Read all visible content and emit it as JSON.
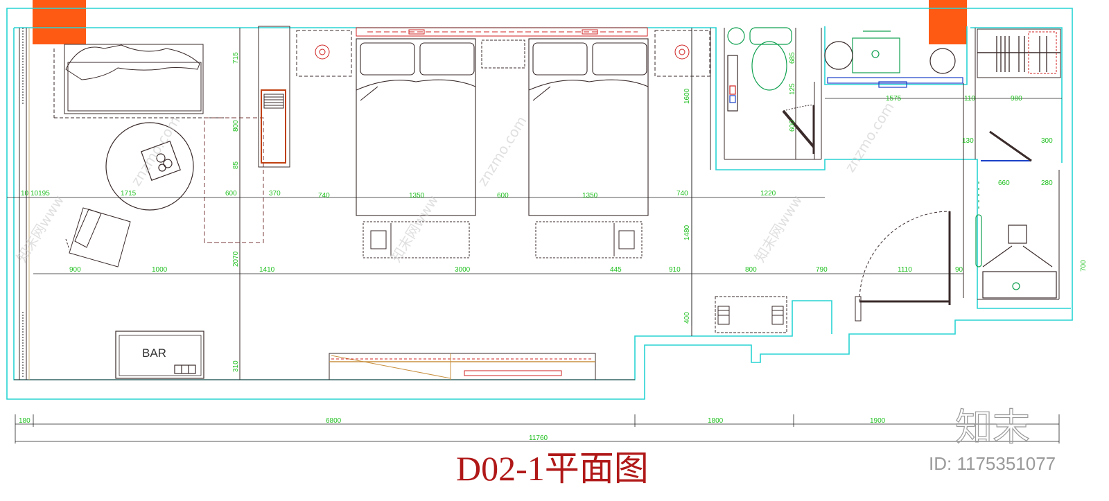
{
  "drawing": {
    "title": "D02-1平面图",
    "bar_label": "BAR",
    "watermark_text": "znzmo.com",
    "watermark_cn": "知末网www",
    "logo_text": "知末",
    "id_text": "ID: 1175351077"
  },
  "dimensions": {
    "left_vertical": [
      "715",
      "800",
      "85",
      "2070",
      "310"
    ],
    "mid_vertical": [
      "1600",
      "1480",
      "400"
    ],
    "bath_vertical": [
      "685",
      "125",
      "600"
    ],
    "right_vertical": "700",
    "row1": [
      "10",
      "10195",
      "1715",
      "600",
      "370",
      "740",
      "1350",
      "600",
      "1350",
      "740",
      "1220"
    ],
    "row2": [
      "900",
      "1000",
      "1410",
      "3000",
      "445",
      "910",
      "800",
      "790",
      "1110",
      "90"
    ],
    "bath_horizontal": [
      "1575",
      "110",
      "980",
      "130",
      "300",
      "660",
      "280"
    ],
    "bottom_row": [
      "180",
      "6800",
      "1800",
      "1900"
    ],
    "total": "11760"
  },
  "colors": {
    "wall_cyan": "#28d4d4",
    "dim_green": "#20c020",
    "furniture_dark": "#3a2a2a",
    "accent_red": "#d02020",
    "column_orange": "#ff5a14",
    "title_red": "#b01818",
    "bath_green": "#10a050",
    "bath_blue": "#1a40c8"
  }
}
